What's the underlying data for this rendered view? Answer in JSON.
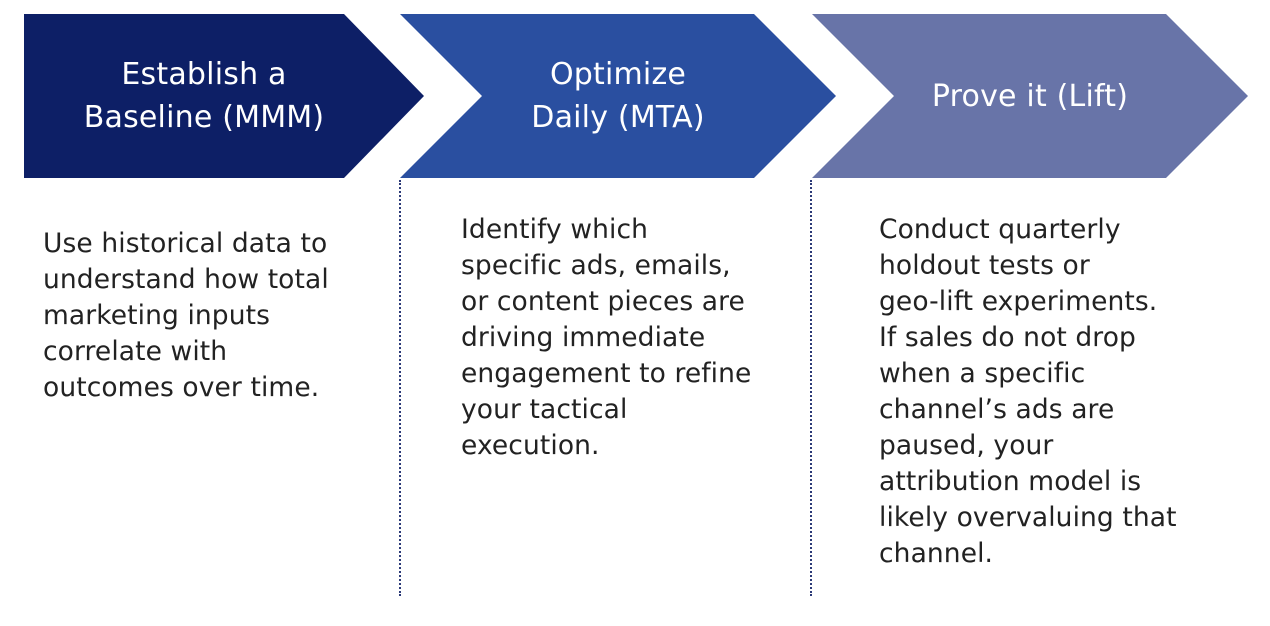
{
  "colors": {
    "step1": "#0d1f66",
    "step2": "#2a4fa0",
    "step3": "#6874a8",
    "divider": "#2c3a78"
  },
  "steps": [
    {
      "title": "Establish a\nBaseline (MMM)",
      "description": "Use historical data to\nunderstand how total\nmarketing inputs\ncorrelate with\noutcomes over time."
    },
    {
      "title": "Optimize\nDaily (MTA)",
      "description": "Identify which\nspecific ads, emails,\nor content pieces are\ndriving immediate\nengagement to refine\nyour tactical\nexecution."
    },
    {
      "title": "Prove it (Lift)",
      "description": "Conduct quarterly\nholdout tests or\ngeo-lift experiments.\nIf sales do not drop\nwhen a specific\nchannel’s ads are\npaused, your\nattribution model is\nlikely overvaluing that\nchannel."
    }
  ]
}
